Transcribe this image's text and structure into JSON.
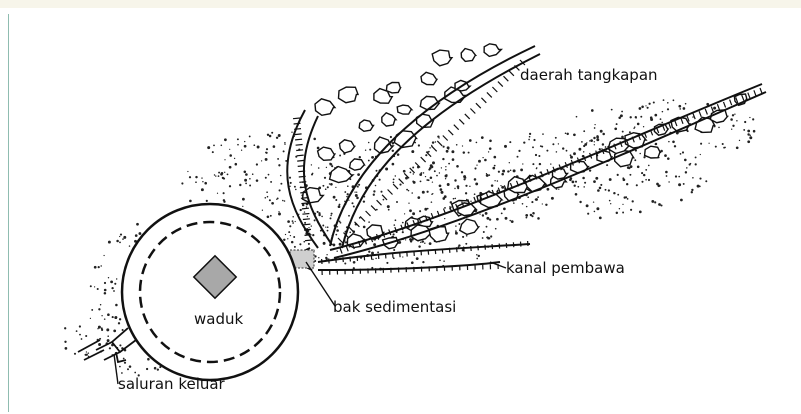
{
  "figure": {
    "labels": {
      "catchment": "daerah tangkapan",
      "canal": "kanal pembawa",
      "sediment_basin": "bak sedimentasi",
      "reservoir": "waduk",
      "outlet": "saluran keluar"
    },
    "colors": {
      "ink": "#111111",
      "basin_fill": "#a8a8a8",
      "frame_line": "#8fbcb0",
      "top_band": "#f7f5ea"
    }
  }
}
